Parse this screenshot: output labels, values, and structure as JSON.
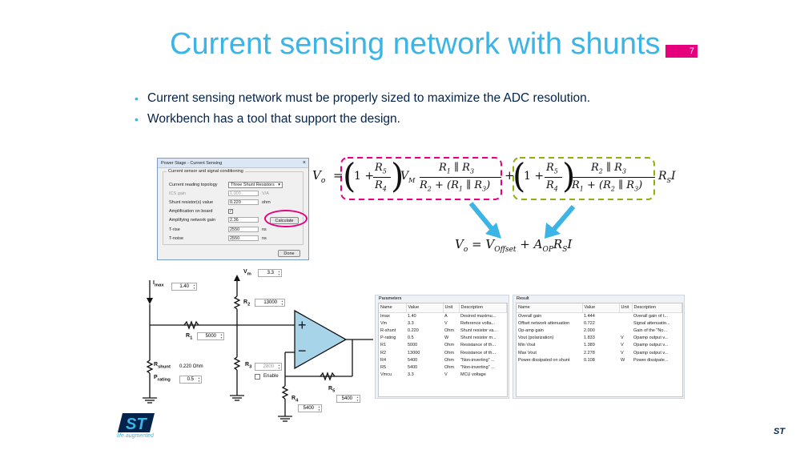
{
  "slide": {
    "title": "Current sensing network with shunts",
    "page_number": "7",
    "bullets": [
      "Current sensing network must be properly sized to maximize the ADC resolution.",
      "Workbench has a tool that support the design."
    ]
  },
  "dialog": {
    "title": "Power Stage - Current Sensing",
    "close": "×",
    "group_label": "Current sensor and signal conditioning",
    "rows": [
      {
        "label": "Current reading topology",
        "value": "Three Shunt Resistors",
        "unit": ""
      },
      {
        "label": "ICS gain",
        "value": "1.000",
        "unit": "V/A"
      },
      {
        "label": "Shunt resistor(s) value",
        "value": "0.220",
        "unit": "ohm"
      },
      {
        "label": "Amplification on board",
        "value": "✓",
        "unit": ""
      },
      {
        "label": "Amplifying network gain",
        "value": "2.36",
        "unit": ""
      },
      {
        "label": "T-rise",
        "value": "2550",
        "unit": "ns"
      },
      {
        "label": "T-noise",
        "value": "2550",
        "unit": "ns"
      }
    ],
    "calculate_button": "Calculate",
    "done_button": "Done"
  },
  "formula": {
    "full": "Vo = (1 + R5/R4) VM (R1 ∥ R3)/(R2 + (R1 ∥ R3)) + (1 + R5/R4) (R2 ∥ R3)/(R1 + (R2 ∥ R3)) RS I",
    "simplified": "Vo = VOffset + AOP RS I",
    "accent_pink": "#e6007e",
    "accent_green": "#8cb400",
    "arrow_color": "#3cb4e6"
  },
  "schematic": {
    "imax_label": "I",
    "imax_sub": "max",
    "imax_value": "1.40",
    "vm_label": "V",
    "vm_sub": "m",
    "vm_value": "3.3",
    "r2_label": "R",
    "r2_sub": "2",
    "r2_value": "13000",
    "r1_label": "R",
    "r1_sub": "1",
    "r1_value": "5000",
    "rshunt_label": "R",
    "rshunt_sub": "shunt",
    "rshunt_value": "0.220 Ohm",
    "prating_label": "P",
    "prating_sub": "rating",
    "prating_value": "0.5",
    "r3_label": "R",
    "r3_sub": "3",
    "r3_value": "2800",
    "enable_label": "Enable",
    "r4_label": "R",
    "r4_sub": "4",
    "r4_value": "5400",
    "r5_label": "R",
    "r5_sub": "5",
    "r5_value": "5400",
    "plus": "+",
    "minus": "−"
  },
  "parameters": {
    "title": "Parameters",
    "headers": [
      "Name",
      "Value",
      "Unit",
      "Description"
    ],
    "rows": [
      [
        "Imax",
        "1.40",
        "A",
        "Desired maximu..."
      ],
      [
        "Vm",
        "3.3",
        "V",
        "Reference volta..."
      ],
      [
        "R-shunt",
        "0.220",
        "Ohm",
        "Shunt resistor va..."
      ],
      [
        "P-rating",
        "0.5",
        "W",
        "Shunt resistor m..."
      ],
      [
        "R1",
        "5000",
        "Ohm",
        "Resistance of th..."
      ],
      [
        "R2",
        "13000",
        "Ohm",
        "Resistance of th..."
      ],
      [
        "R4",
        "5400",
        "Ohm",
        "\"Non-inverting\" ..."
      ],
      [
        "R5",
        "5400",
        "Ohm",
        "\"Non-inverting\" ..."
      ],
      [
        "Vmcu",
        "3.3",
        "V",
        "MCU voltage"
      ]
    ]
  },
  "result": {
    "title": "Result",
    "headers": [
      "Name",
      "Value",
      "Unit",
      "Description"
    ],
    "rows": [
      [
        "Overall gain",
        "1.444",
        "",
        "Overall gain of t..."
      ],
      [
        "Offset network attenuation",
        "0.722",
        "",
        "Signal attenuatio..."
      ],
      [
        "Op-amp gain",
        "2.000",
        "",
        "Gain of the \"No..."
      ],
      [
        "Vout (polarization)",
        "1.833",
        "V",
        "Opamp output v..."
      ],
      [
        "Min Vout",
        "1.389",
        "V",
        "Opamp output v..."
      ],
      [
        "Max Vout",
        "2.278",
        "V",
        "Opamp output v..."
      ],
      [
        "Power dissipated on shunt",
        "0.108",
        "W",
        "Power dissipate..."
      ]
    ]
  },
  "footer": {
    "logo": "ST",
    "tagline": "life.augmented",
    "small_logo": "ST"
  }
}
